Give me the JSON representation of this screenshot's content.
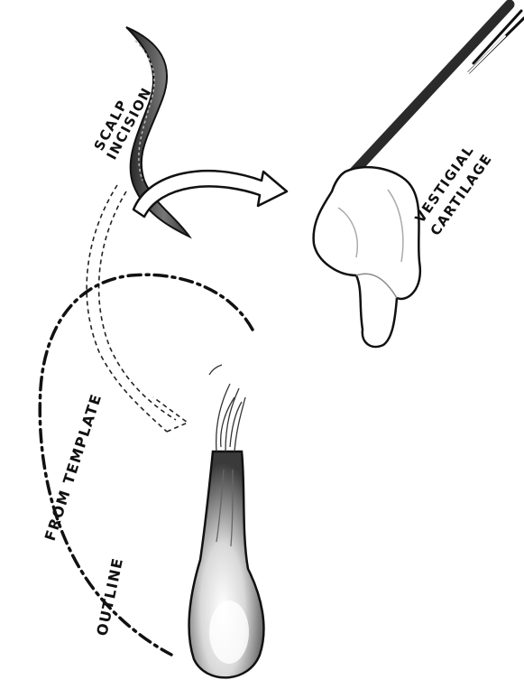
{
  "labels": {
    "scalp_line1": "SCALP",
    "scalp_line2": "INCISION",
    "cartilage_line1": "VESTIGIAL",
    "cartilage_line2": "CARTILAGE",
    "outline_line1": "OUTLINE",
    "outline_line2": "FROM TEMPLATE"
  },
  "colors": {
    "ink": "#111111",
    "tissue_shade": "#8a8a8a",
    "paper": "#ffffff"
  },
  "icons": [
    "forceps-icon",
    "curved-arrow-icon"
  ]
}
